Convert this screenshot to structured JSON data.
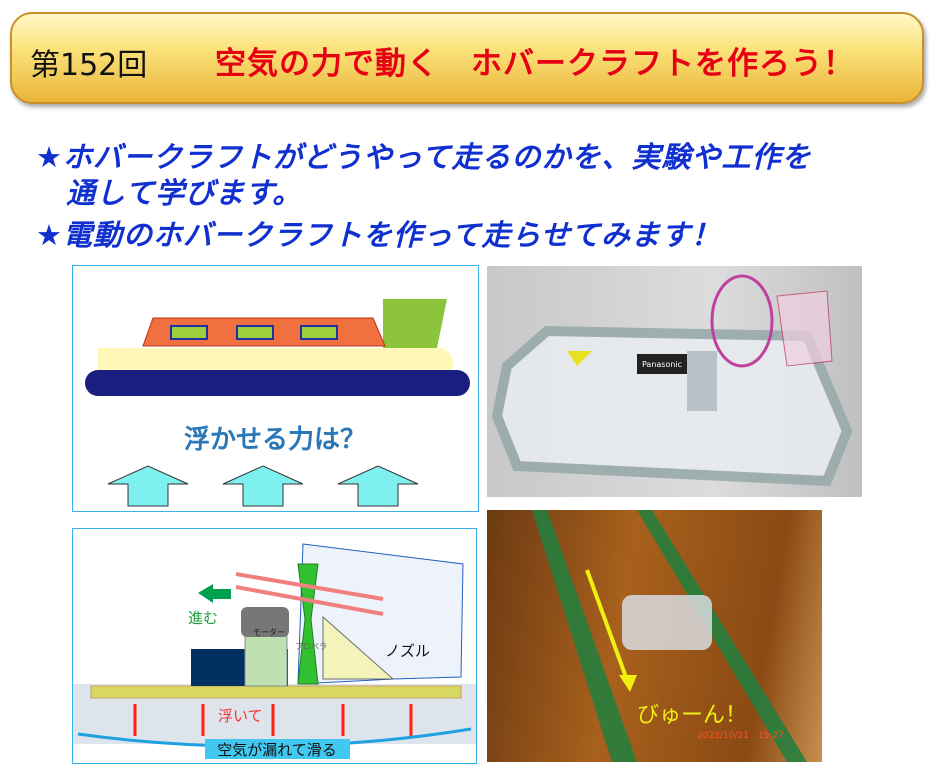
{
  "header": {
    "episode": "第152回",
    "title": "空気の力で動く　ホバークラフトを作ろう！"
  },
  "bullets": [
    "★ホバークラフトがどうやって走るのかを、実験や工作を",
    "　通して学びます。",
    "★電動のホバークラフトを作って走らせてみます！"
  ],
  "panel1": {
    "question": "浮かせる力は？"
  },
  "panel2": {
    "battery_brand": "Panasonic"
  },
  "panel3": {
    "forward": "進む",
    "motor": "モーター",
    "propeller": "プロペラ",
    "nozzle": "ノズル",
    "float": "浮いて",
    "slide": "空気が漏れて滑る"
  },
  "panel4": {
    "caption": "びゅーん！",
    "timestamp": "2023/10/21　15:27"
  },
  "colors": {
    "title_red": "#e60012",
    "bullet_blue": "#1030d0",
    "panel_border": "#39b0e8"
  }
}
